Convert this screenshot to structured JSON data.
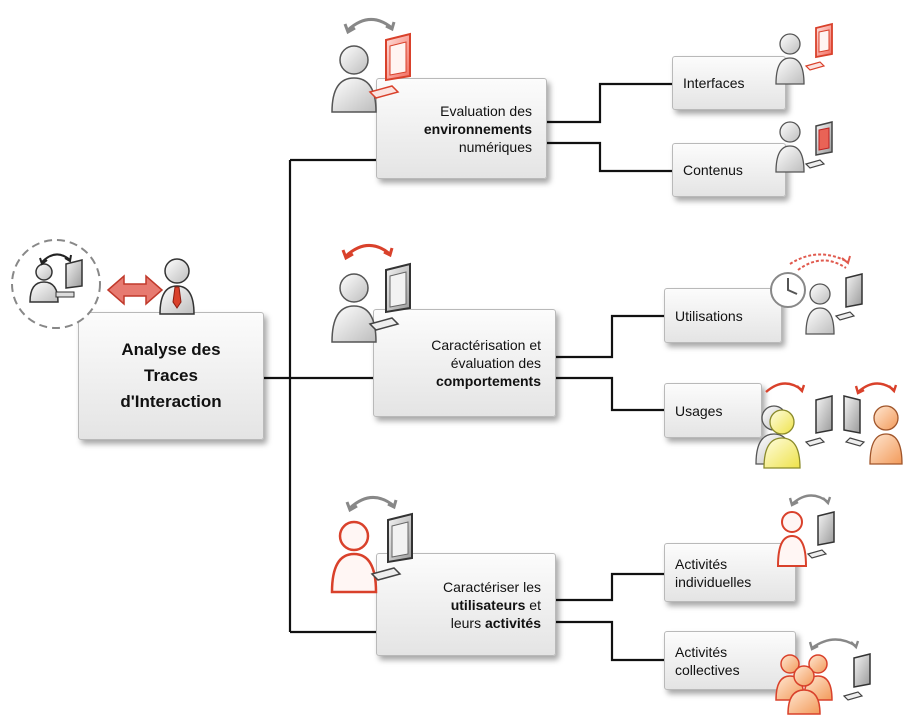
{
  "root": {
    "line1": "Analyse des",
    "line2": "Traces",
    "line3": "d'Interaction"
  },
  "categories": [
    {
      "line1": "Evaluation des",
      "line2_bold": "environnements",
      "line3": "numériques",
      "children": [
        {
          "label": "Interfaces"
        },
        {
          "label": "Contenus"
        }
      ]
    },
    {
      "line1": "Caractérisation et",
      "line2": "évaluation des",
      "line3_bold": "comportements",
      "children": [
        {
          "label": "Utilisations"
        },
        {
          "label": "Usages"
        }
      ]
    },
    {
      "line1": "Caractériser les",
      "line2_bold": "utilisateurs",
      "line2_rest": " et",
      "line3_pre": "leurs ",
      "line3_bold": "activités",
      "children": [
        {
          "line1": "Activités",
          "line2": "individuelles"
        },
        {
          "line1": "Activités",
          "line2": "collectives"
        }
      ]
    }
  ],
  "colors": {
    "connector": "#111111",
    "accent_red": "#d9412b",
    "arrow_red": "#e05a4e",
    "person_grey": "#d8d8d8",
    "person_yellow": "#f7f07a",
    "person_orange": "#f6b07c"
  },
  "icons": [
    "person-icon",
    "monitor-icon",
    "rotate-arrow-icon",
    "double-arrow-icon",
    "clock-icon",
    "tie-person-icon"
  ]
}
